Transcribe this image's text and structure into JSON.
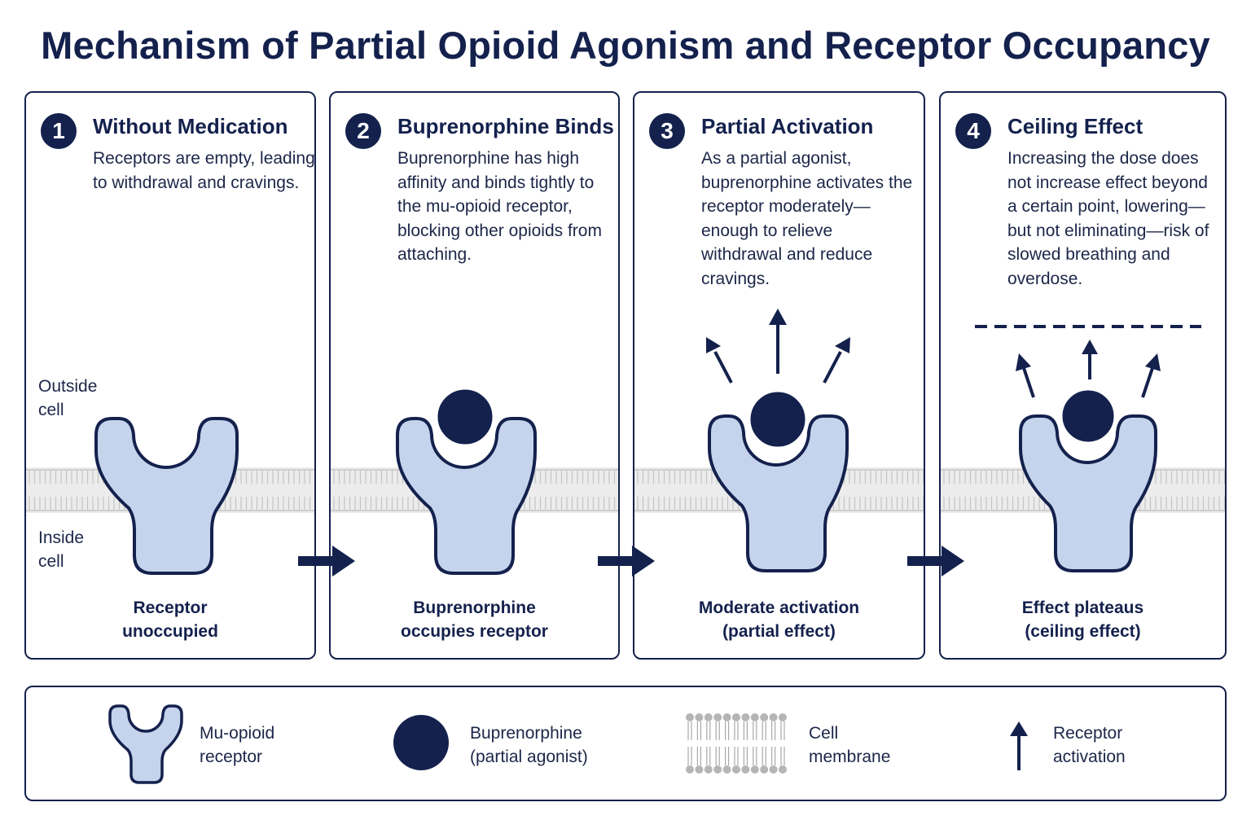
{
  "title": "Mechanism of Partial Opioid Agonism and Receptor Occupancy",
  "colors": {
    "navy": "#14214d",
    "receptor_fill": "#c5d4ec",
    "membrane": "#e8e8e8",
    "background": "#ffffff"
  },
  "panels": [
    {
      "number": "1",
      "title": "Without Medication",
      "description": "Receptors are empty, leading to withdrawal and cravings.",
      "outside_label": "Outside cell",
      "inside_label": "Inside cell",
      "caption_line1": "Receptor",
      "caption_line2": "unoccupied"
    },
    {
      "number": "2",
      "title": "Buprenorphine Binds",
      "description": "Buprenorphine has high affinity and binds tightly to the mu-opioid receptor, blocking other opioids from attaching.",
      "caption_line1": "Buprenorphine",
      "caption_line2": "occupies receptor"
    },
    {
      "number": "3",
      "title": "Partial Activation",
      "description": "As a partial agonist, buprenorphine activates the receptor moderately—enough to relieve withdrawal and reduce cravings.",
      "caption_line1": "Moderate activation",
      "caption_line2": "(partial effect)"
    },
    {
      "number": "4",
      "title": "Ceiling Effect",
      "description": "Increasing the dose does not increase effect beyond a certain point, lowering—but not eliminating—risk of slowed breathing and overdose.",
      "caption_line1": "Effect plateaus",
      "caption_line2": "(ceiling effect)"
    }
  ],
  "legend": [
    {
      "symbol": "receptor-icon",
      "line1": "Mu-opioid",
      "line2": "receptor"
    },
    {
      "symbol": "buprenorphine-icon",
      "line1": "Buprenorphine",
      "line2": "(partial agonist)"
    },
    {
      "symbol": "membrane-icon",
      "line1": "Cell",
      "line2": "membrane"
    },
    {
      "symbol": "arrow-up-icon",
      "line1": "Receptor",
      "line2": "activation"
    }
  ]
}
